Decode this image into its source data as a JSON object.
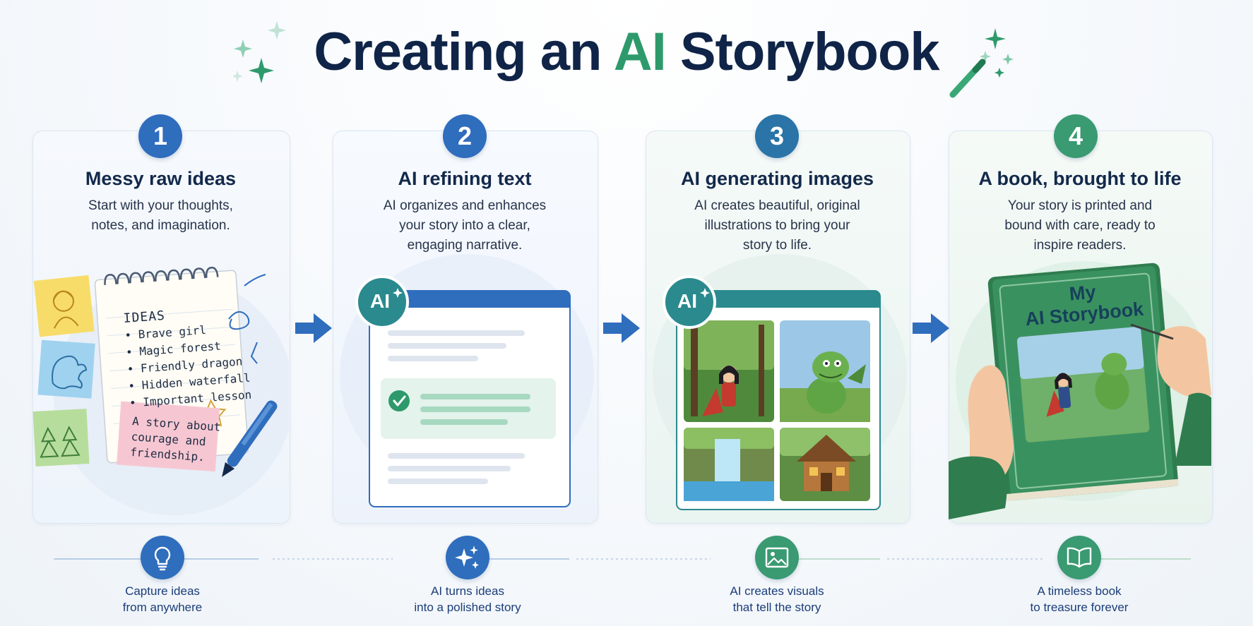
{
  "title": {
    "before": "Creating an ",
    "highlight": "AI",
    "after": " Storybook"
  },
  "colors": {
    "navy": "#0f2447",
    "blue": "#2f6dbd",
    "teal": "#2a8a8e",
    "green": "#2e9a6c"
  },
  "steps": [
    {
      "number": "1",
      "title": "Messy raw ideas",
      "desc_lines": [
        "Start with your thoughts,",
        "notes, and imagination."
      ],
      "illustration": {
        "heading": "IDEAS",
        "items": [
          "• Brave girl",
          "• Magic forest",
          "• Friendly dragon",
          "• Hidden waterfall",
          "• Important lesson"
        ],
        "sticky_lines": [
          "A story about",
          "courage and",
          "friendship."
        ]
      }
    },
    {
      "number": "2",
      "title": "AI refining text",
      "desc_lines": [
        "AI organizes and enhances",
        "your story into a clear,",
        "engaging narrative."
      ],
      "illustration": {
        "badge": "AI"
      }
    },
    {
      "number": "3",
      "title": "AI generating images",
      "desc_lines": [
        "AI creates beautiful, original",
        "illustrations to bring your",
        "story to life."
      ],
      "illustration": {
        "badge": "AI"
      }
    },
    {
      "number": "4",
      "title": "A book, brought to life",
      "desc_lines": [
        "Your story is printed and",
        "bound with care, ready to",
        "inspire readers."
      ],
      "illustration": {
        "cover_lines": [
          "My",
          "AI Storybook"
        ]
      }
    }
  ],
  "timeline": [
    {
      "icon": "lightbulb-icon",
      "lines": [
        "Capture ideas",
        "from anywhere"
      ]
    },
    {
      "icon": "sparkles-icon",
      "lines": [
        "AI turns ideas",
        "into a polished story"
      ]
    },
    {
      "icon": "image-icon",
      "lines": [
        "AI creates visuals",
        "that tell the story"
      ]
    },
    {
      "icon": "open-book-icon",
      "lines": [
        "A timeless book",
        "to treasure forever"
      ]
    }
  ]
}
